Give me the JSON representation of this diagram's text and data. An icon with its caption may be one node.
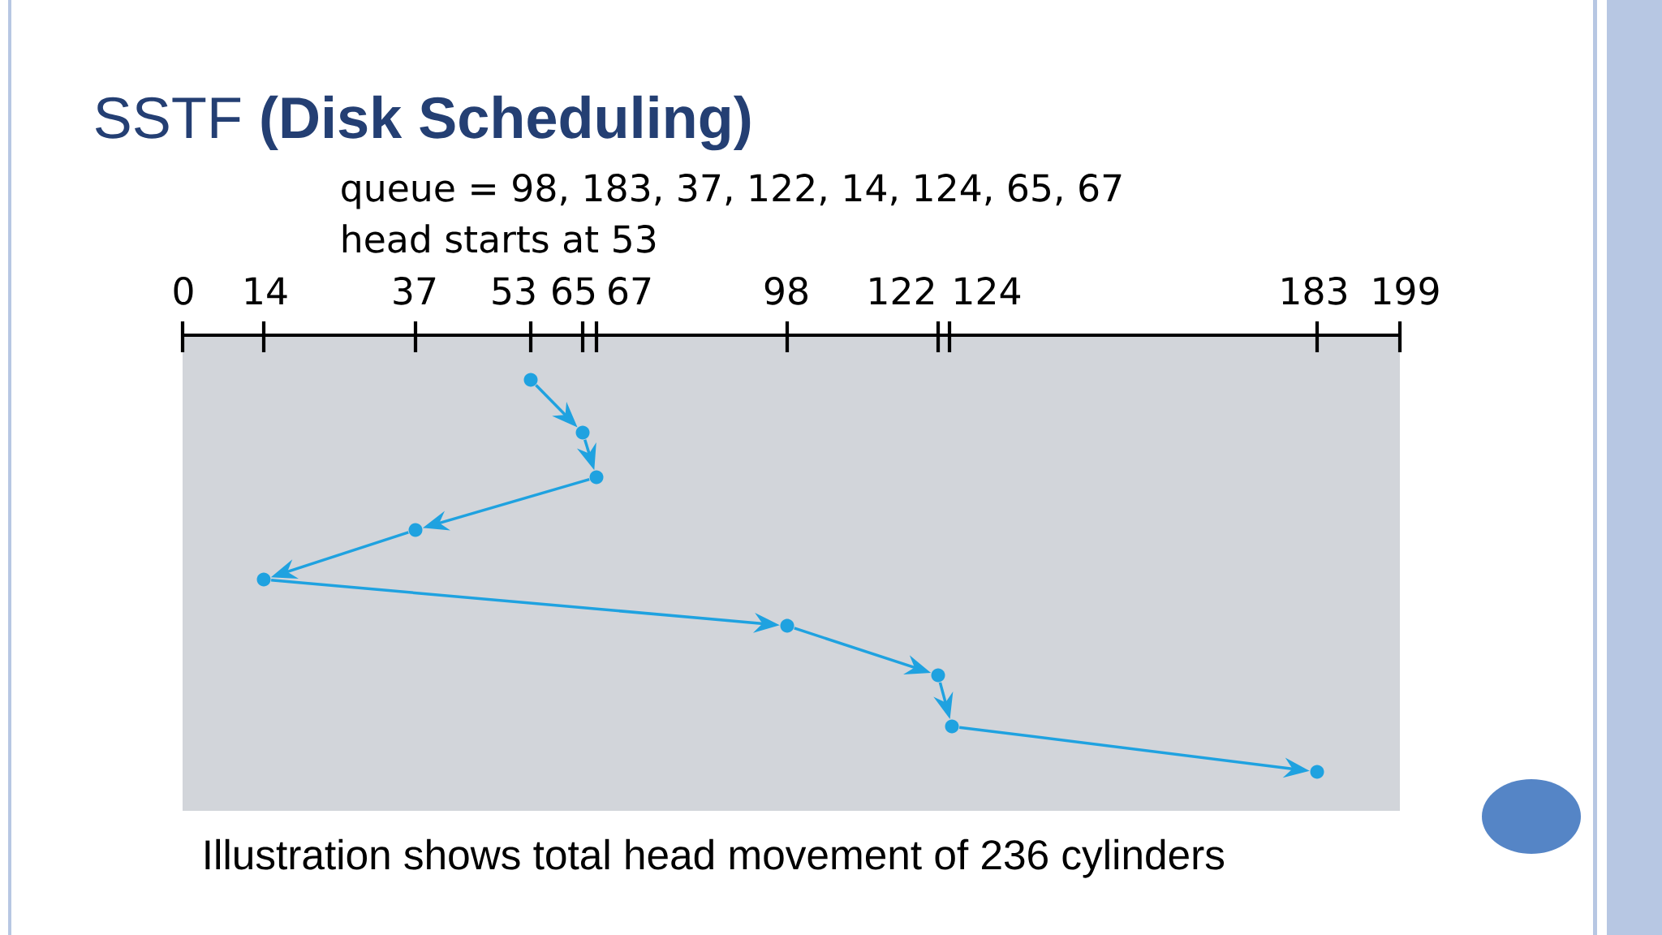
{
  "diagram": {
    "title": "SSTF **(Disk Scheduling)**",
    "caption": "Illustration shows total head movement of 236 cylinders",
    "nodes": [
      {
        "text": [],
        "shape": "circle"
      },
      {
        "text": [],
        "shape": "circle"
      },
      {
        "text": [],
        "shape": "circle"
      },
      {
        "text": [],
        "shape": "circle"
      },
      {
        "text": [],
        "shape": "circle"
      },
      {
        "text": [],
        "shape": "circle"
      },
      {
        "text": [],
        "shape": "circle"
      },
      {
        "text": [],
        "shape": "circle"
      },
      {
        "text": [],
        "shape": "circle"
      }
    ],
    "edges": [
      {
        "from": 0,
        "to": 1,
        "arrow": "to"
      },
      {
        "from": 1,
        "to": 2,
        "arrow": "to"
      },
      {
        "from": 2,
        "to": 3,
        "arrow": "to"
      },
      {
        "from": 3,
        "to": 4,
        "arrow": "to"
      },
      {
        "from": 4,
        "to": 5,
        "arrow": "to"
      },
      {
        "from": 5,
        "to": 6,
        "arrow": "to"
      },
      {
        "from": 6,
        "to": 7,
        "arrow": "to"
      },
      {
        "from": 7,
        "to": 8,
        "arrow": "to"
      }
    ],
    "labels": [
      "queue = 98, 183, 37, 122, 14, 124, 65, 67",
      "head starts at 53",
      "0",
      "14",
      "37",
      "53",
      "65",
      "67",
      "98",
      "122",
      "124",
      "183",
      "199"
    ]
  }
}
